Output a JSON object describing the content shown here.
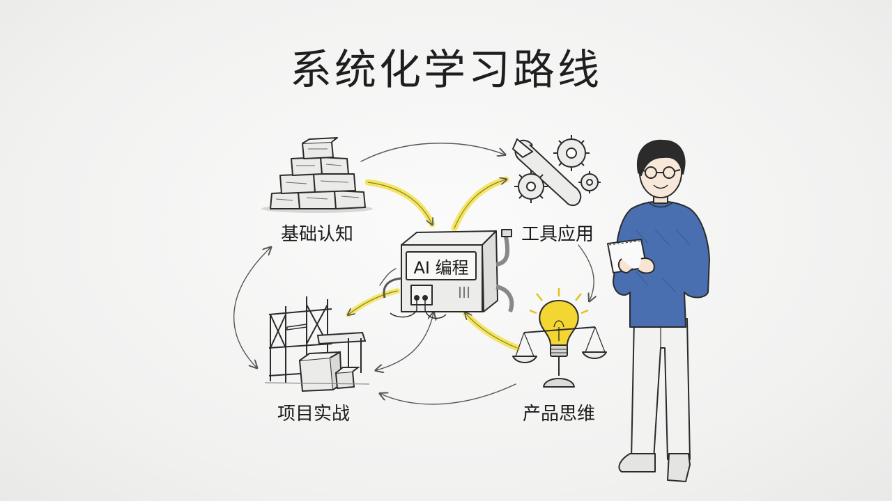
{
  "title": "系统化学习路线",
  "core": {
    "label": "AI 编程"
  },
  "nodes": [
    {
      "id": "foundation",
      "label": "基础认知",
      "icon": "stone-blocks-icon"
    },
    {
      "id": "tools",
      "label": "工具应用",
      "icon": "wrench-gears-icon"
    },
    {
      "id": "product",
      "label": "产品思维",
      "icon": "lightbulb-scale-icon"
    },
    {
      "id": "projects",
      "label": "项目实战",
      "icon": "scaffold-icon"
    }
  ],
  "colors": {
    "ink": "#2a2a2a",
    "highlight": "#f2e24a",
    "sweater": "#4a6fb0",
    "bulb": "#f3d631"
  },
  "figure": {
    "icon": "student-with-notebook-icon"
  }
}
